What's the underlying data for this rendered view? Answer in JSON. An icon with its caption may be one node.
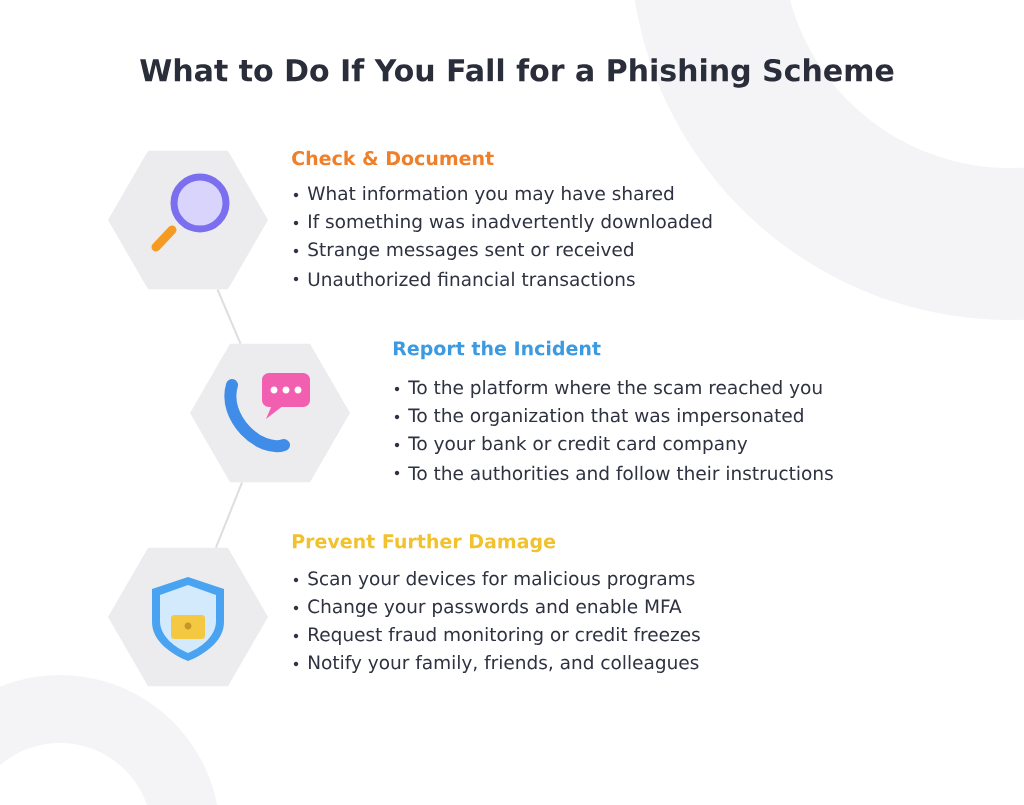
{
  "diagram": {
    "title": "What to Do If You Fall for a Phishing Scheme",
    "nodes": [
      {
        "text": [
          "Check & Document",
          "What information you may have shared",
          "If something was inadvertently downloaded",
          "Strange messages sent or received",
          "Unauthorized financial transactions"
        ]
      },
      {
        "text": [
          "Report the Incident",
          "To the platform where the scam reached you",
          "To the organization that was impersonated",
          "To your bank or credit card company",
          "To the authorities and follow their instructions"
        ]
      },
      {
        "text": [
          "Prevent Further Damage",
          "Scan your devices for malicious programs",
          "Change your passwords and enable MFA",
          "Request fraud monitoring or credit freezes",
          "Notify your family, friends, and colleagues"
        ]
      }
    ],
    "edges": [
      {
        "from": 0,
        "to": 1,
        "arrow": "none"
      },
      {
        "from": 1,
        "to": 2,
        "arrow": "none"
      }
    ]
  }
}
